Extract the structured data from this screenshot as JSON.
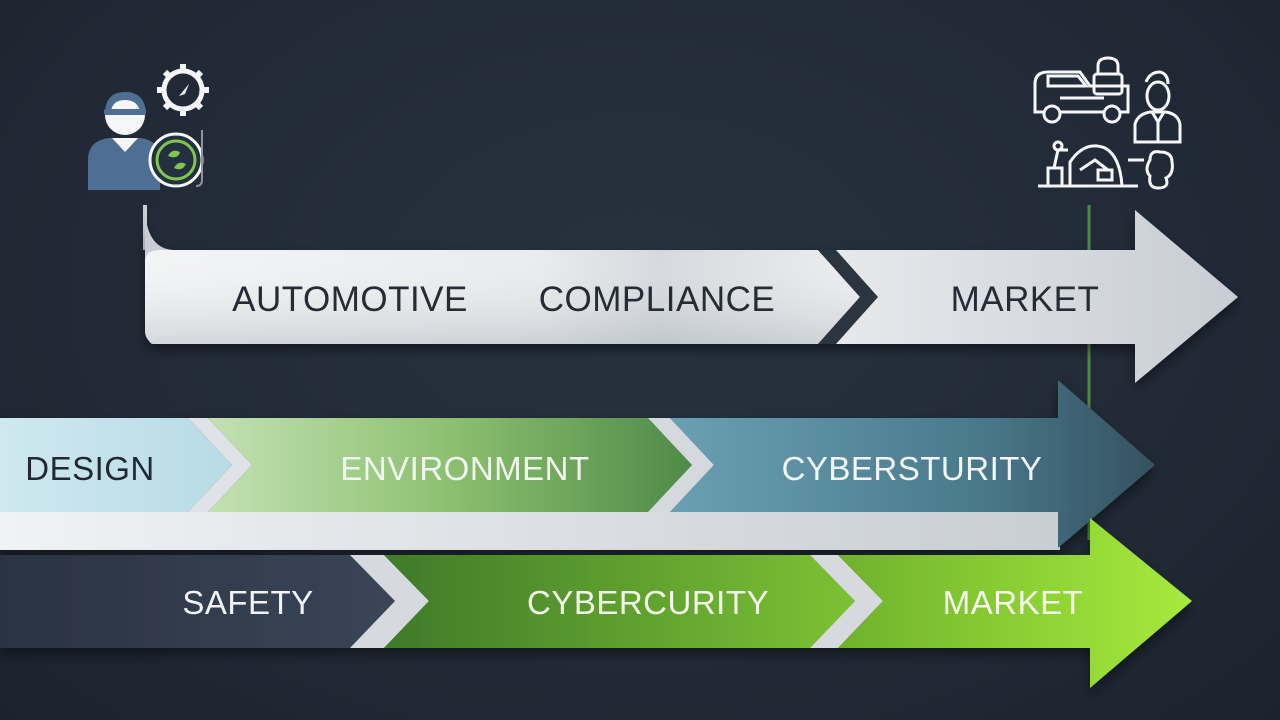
{
  "rows": {
    "top": {
      "segments": [
        {
          "label": "AUTOMOTIVE"
        },
        {
          "label": "COMPLIANCE"
        },
        {
          "label": "MARKET"
        }
      ]
    },
    "middle": {
      "segments": [
        {
          "label": "DESIGN"
        },
        {
          "label": "ENVIRONMENT"
        },
        {
          "label": "CYBERSTURITY"
        }
      ]
    },
    "bottom": {
      "segments": [
        {
          "label": "SAFETY"
        },
        {
          "label": "CYBERCURITY"
        },
        {
          "label": "MARKET"
        }
      ]
    }
  },
  "icons": {
    "left_group": [
      "engineer-person-icon",
      "gear-icon",
      "eco-leaf-badge-icon"
    ],
    "right_group": [
      "pickup-truck-icon",
      "padlock-icon",
      "businessperson-icon",
      "factory-machinery-icon"
    ]
  },
  "colors": {
    "background": "#222b38",
    "top_band": "#eef0f2",
    "design": "#c8e4ec",
    "environment_start": "#b9dca9",
    "environment_end": "#5f9a54",
    "cybersecurity_mid": "#4a7a8c",
    "safety": "#323c4d",
    "cybercurity_start": "#4f8a2c",
    "market_green": "#9be03a"
  }
}
